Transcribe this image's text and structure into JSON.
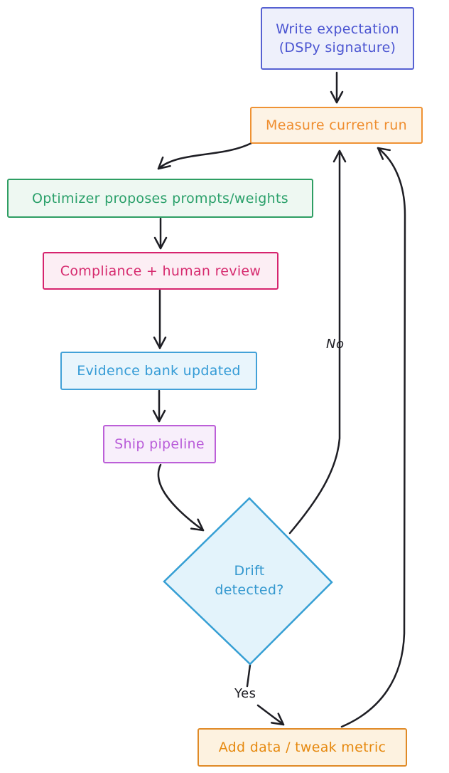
{
  "diagram": {
    "background_color": "#ffffff",
    "arrow_color": "#1e1e24",
    "nodes": [
      {
        "id": "write-expectation",
        "shape": "rectangle",
        "label_line1": "Write expectation",
        "label_line2": "(DSPy signature)",
        "border_color": "#5661d2",
        "fill_color": "#eef0fb",
        "text_color": "#4a54d1"
      },
      {
        "id": "measure-current-run",
        "shape": "rectangle",
        "label": "Measure current run",
        "border_color": "#ef9234",
        "fill_color": "#fdf3e5",
        "text_color": "#ef8d2e"
      },
      {
        "id": "optimizer-proposes",
        "shape": "rectangle",
        "label": "Optimizer proposes prompts/weights",
        "border_color": "#2e9e63",
        "fill_color": "#eef8f2",
        "text_color": "#2aa06a"
      },
      {
        "id": "compliance-review",
        "shape": "rectangle",
        "label": "Compliance + human review",
        "border_color": "#d6246e",
        "fill_color": "#fceef4",
        "text_color": "#d62a6e"
      },
      {
        "id": "evidence-bank",
        "shape": "rectangle",
        "label": "Evidence bank updated",
        "border_color": "#42a1d8",
        "fill_color": "#e9f5fc",
        "text_color": "#349bd6"
      },
      {
        "id": "ship-pipeline",
        "shape": "rectangle",
        "label": "Ship pipeline",
        "border_color": "#bc5fd8",
        "fill_color": "#f8effb",
        "text_color": "#b95cd9"
      },
      {
        "id": "drift-detected",
        "shape": "diamond",
        "label_line1": "Drift",
        "label_line2": "detected?",
        "border_color": "#369fd4",
        "fill_color": "#e3f3fb",
        "text_color": "#3498cf"
      },
      {
        "id": "add-data-tweak-metric",
        "shape": "rectangle",
        "label": "Add data / tweak metric",
        "border_color": "#e08a26",
        "fill_color": "#fdf2e0",
        "text_color": "#e6890f"
      }
    ],
    "edges": [
      {
        "from": "write-expectation",
        "to": "measure-current-run",
        "label": ""
      },
      {
        "from": "measure-current-run",
        "to": "optimizer-proposes",
        "label": ""
      },
      {
        "from": "optimizer-proposes",
        "to": "compliance-review",
        "label": ""
      },
      {
        "from": "compliance-review",
        "to": "evidence-bank",
        "label": ""
      },
      {
        "from": "evidence-bank",
        "to": "ship-pipeline",
        "label": ""
      },
      {
        "from": "ship-pipeline",
        "to": "drift-detected",
        "label": ""
      },
      {
        "from": "drift-detected",
        "to": "measure-current-run",
        "label": "No"
      },
      {
        "from": "drift-detected",
        "to": "add-data-tweak-metric",
        "label": "Yes"
      },
      {
        "from": "add-data-tweak-metric",
        "to": "measure-current-run",
        "label": ""
      }
    ]
  }
}
